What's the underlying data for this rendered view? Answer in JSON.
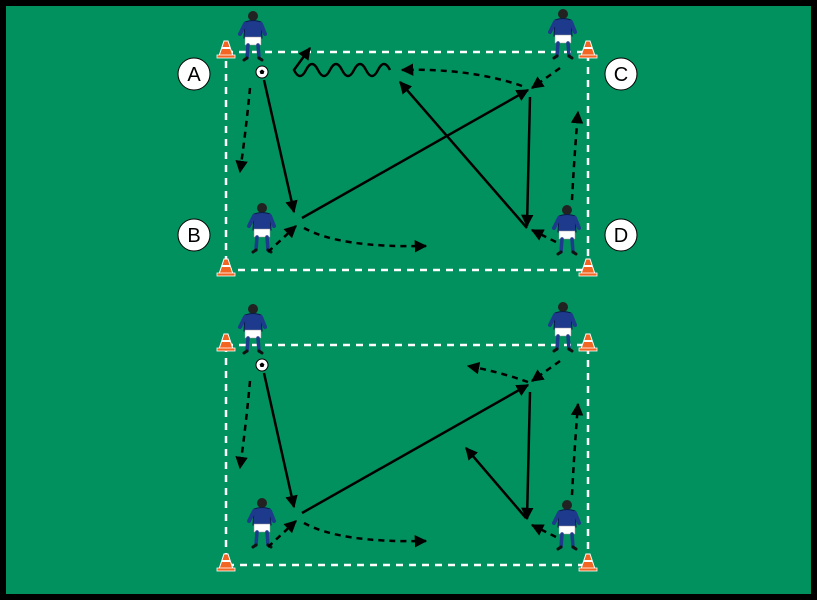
{
  "diagram": {
    "colors": {
      "pitch": "#00915e",
      "lines": "#ffffff",
      "arrows": "#000000",
      "player_shirt": "#1d3a8c",
      "player_shorts": "#ffffff",
      "cone": "#f26522",
      "label_circle": "#ffffff"
    },
    "labels": {
      "a": "A",
      "b": "B",
      "c": "C",
      "d": "D"
    },
    "icons": {
      "player": "player-icon",
      "cone": "cone-icon",
      "ball": "ball-icon"
    }
  }
}
